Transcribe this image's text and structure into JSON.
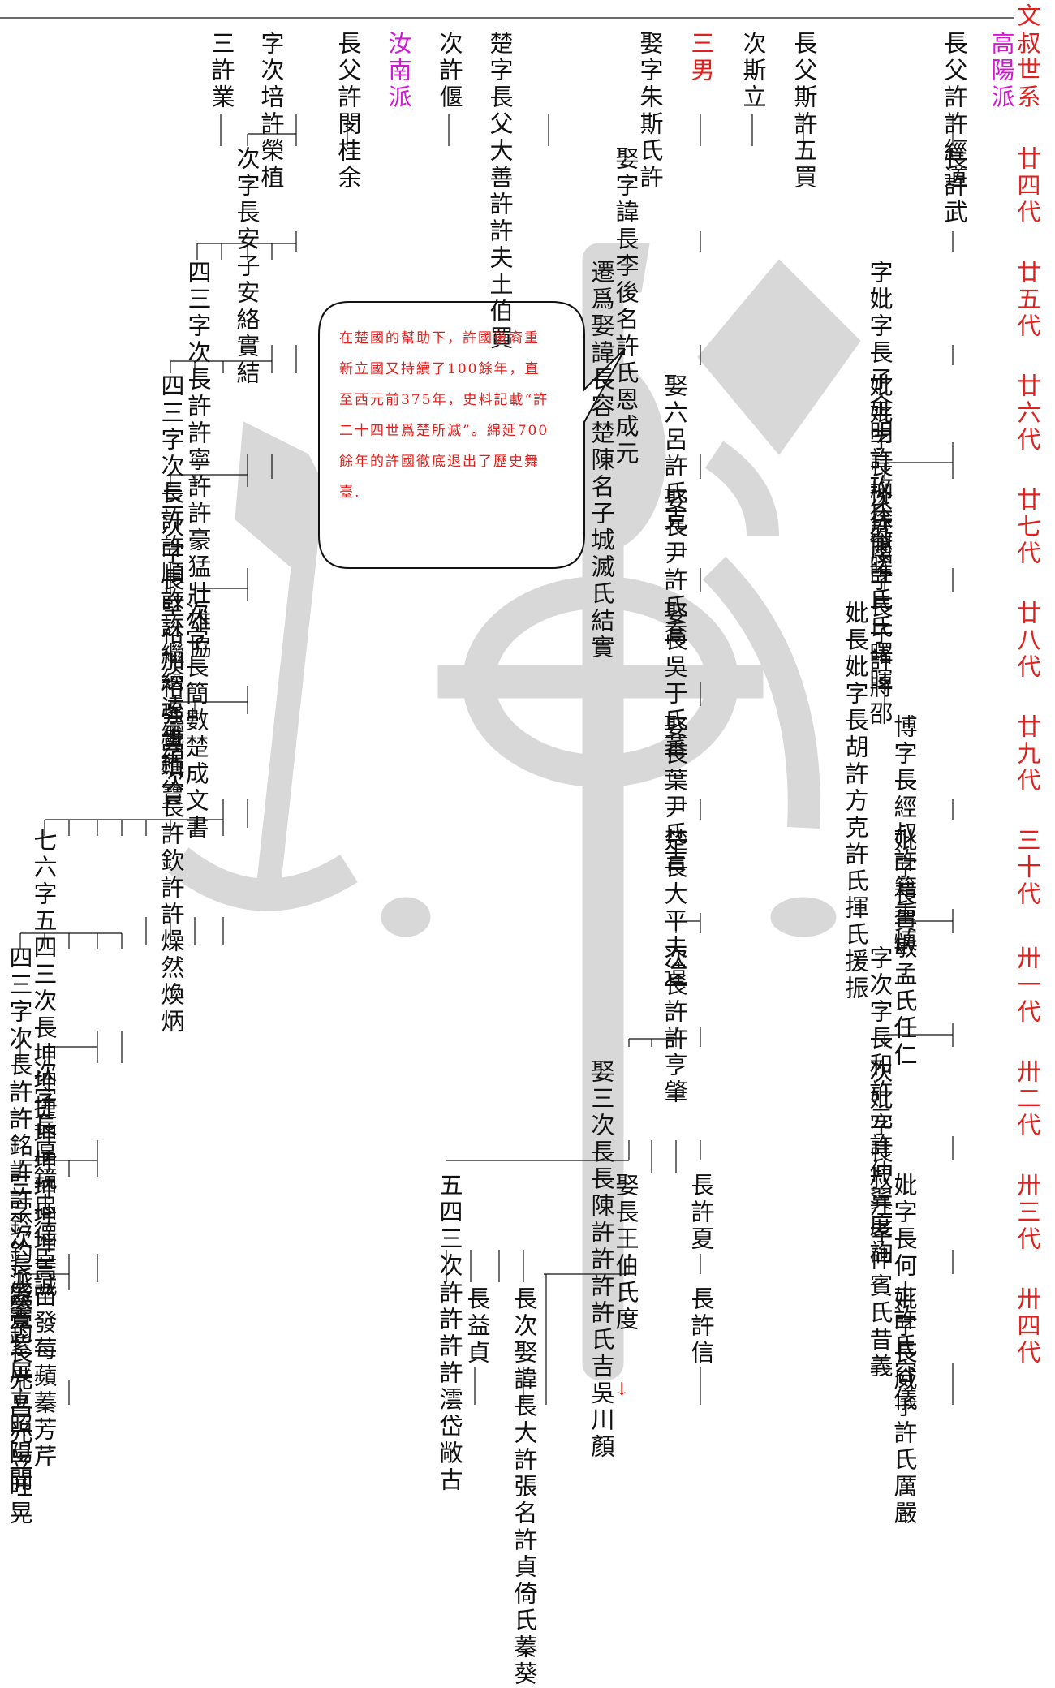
{
  "header": {
    "title_char": "文",
    "top_label": "叔",
    "top_label_2": "世",
    "top_label_3": "系",
    "branch_label_gaoyang": "高陽派",
    "branch_label_runan": "汝南派"
  },
  "generations": [
    "廿四代",
    "廿五代",
    "廿六代",
    "廿七代",
    "廿八代",
    "廿九代",
    "三十代",
    "卅一代",
    "卅二代",
    "卅三代",
    "卅四代"
  ],
  "bubble": {
    "text": "在楚國的幫助下，許國後裔重新立國又持續了100餘年，直至西元前375年，史料記載“許二十四世爲楚所滅”。綿延700餘年的許國徹底退出了歷史舞臺."
  },
  "top_row": {
    "c1": "長父許許經道",
    "c2": "長父斯許五買",
    "c3": "次斯立",
    "c4": "娶字朱斯氏許",
    "c4_red1": "三男",
    "c4_red2": "",
    "c5": "楚字長父大善許許夫土伯買",
    "c6": "次許偃",
    "c7": "長父許閔桂余",
    "c8": "三許業",
    "c9": "字次培許榮植"
  },
  "right_branch": {
    "g24": "長許武",
    "g25": "字妣字長子金明許玫氏徹曜",
    "g26": "妣妣字長柳徐爾許氏氏曙暉",
    "g27": "次許虔字長子許將邵",
    "g28": "妣長妣字長胡許方克許氏揮氏援振",
    "g29": "博字長經叔許籍重慎",
    "g30": "妣字長賀敏孟氏任仁",
    "g31": "字次字長和許元許仲翼度詢",
    "g32": "次妣字長叔汪孝仲賓氏昔義",
    "g33": "妣字長何士許氏容儀",
    "g34": "妣字長威子許氏厲嚴"
  },
  "center_line": {
    "g24": "娶字諱長李後名許氏恩成元",
    "g25": "遷爲娶諱長容楚陳名子城滅氏結實",
    "g26": "娶六呂許氏克",
    "g27": "娶長尹許氏喬",
    "g28": "娶長吳于氏蕃",
    "g29": "娶長葉尹氏吉",
    "g30": "楚長大平夫遠",
    "g31": "次長許許亨肇",
    "g32": "娶三次長長陳許許許許氏吉吳川顏",
    "g33a": "娶長王伯氏度",
    "g33b": "長許夏",
    "g33c": "五四三次許許許許澐岱敞古",
    "g34a": "長益貞",
    "g34b": "長次娶諱長大許張名許貞倚氏蓁葵",
    "g34c": "長許信"
  },
  "left_branch": {
    "g24": "次字長安子安絡實結",
    "g25": "四三字次長許許寧許許豪猛壯雄協",
    "g26": "四三字次長許許順許許繼繪遠纚綿",
    "g27": "三次字長堅裕加裕強貴瑱寶",
    "g28": "次字長簡數楚成文書",
    "g29": "三字次長許欽許許燥然煥炳",
    "g30": "七六字五四三次長坤坤捷坤坤坤坤坤蒿苗發莓蘋蓁芳芹",
    "g31": "四三字次長許許銘許許鈐釣派鑒鈞",
    "g32": "次字長厚鏡忠德臣誠",
    "g33": "三字次長盛寬紫展立照陽開",
    "g34": "次字長光昌光昱旺晃"
  },
  "colors": {
    "accent_red": "#e0201c",
    "accent_magenta": "#d616d6",
    "accent_blue": "#1a2ed6"
  }
}
